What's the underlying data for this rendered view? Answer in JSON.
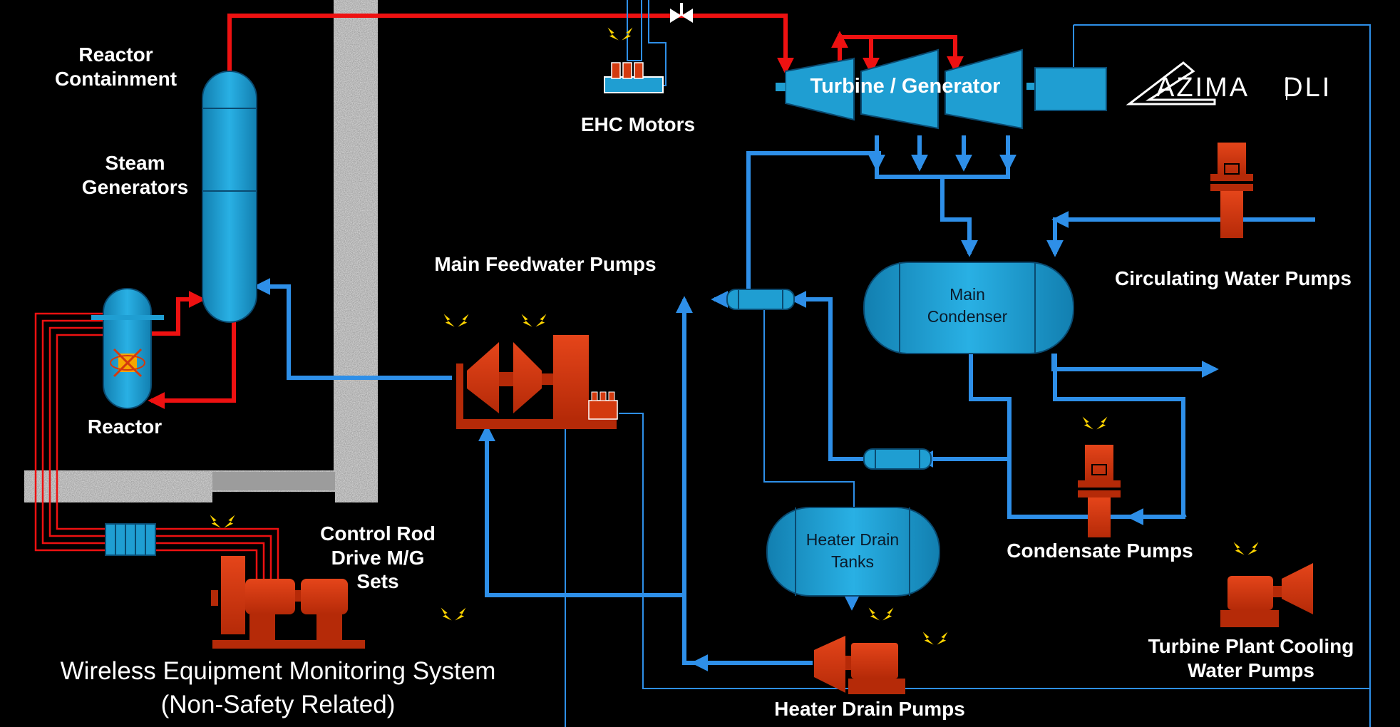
{
  "diagram": {
    "labels": {
      "reactor_containment": [
        "Reactor",
        "Containment"
      ],
      "steam_generators": [
        "Steam",
        "Generators"
      ],
      "reactor": "Reactor",
      "ehc_motors": "EHC Motors",
      "turbine_generator": "Turbine / Generator",
      "main_feedwater_pumps": "Main Feedwater Pumps",
      "main_condenser": [
        "Main",
        "Condenser"
      ],
      "circulating_water_pumps": "Circulating Water Pumps",
      "control_rod_drive": [
        "Control Rod",
        "Drive M/G",
        "Sets"
      ],
      "heater_drain_tanks": [
        "Heater Drain",
        "Tanks"
      ],
      "condensate_pumps": "Condensate Pumps",
      "turbine_plant_cooling": [
        "Turbine Plant Cooling",
        "Water Pumps"
      ],
      "heater_drain_pumps": "Heater Drain Pumps"
    },
    "footer": [
      "Wireless Equipment Monitoring System",
      "(Non-Safety Related)"
    ],
    "logo": {
      "left": "AZIMA",
      "right": "DLI"
    },
    "colors": {
      "background": "#000000",
      "steam_line": "#ee1111",
      "water_line": "#2e8fe8",
      "vessel": "#1f9ed2",
      "pump_red": "#d33a0f",
      "wireless_icon": "#ffd400",
      "concrete": "#b8b8b8"
    },
    "icons": [
      "wireless-signal-icon",
      "valve-icon",
      "fuel-core-icon",
      "logo-chevron-icon"
    ]
  }
}
